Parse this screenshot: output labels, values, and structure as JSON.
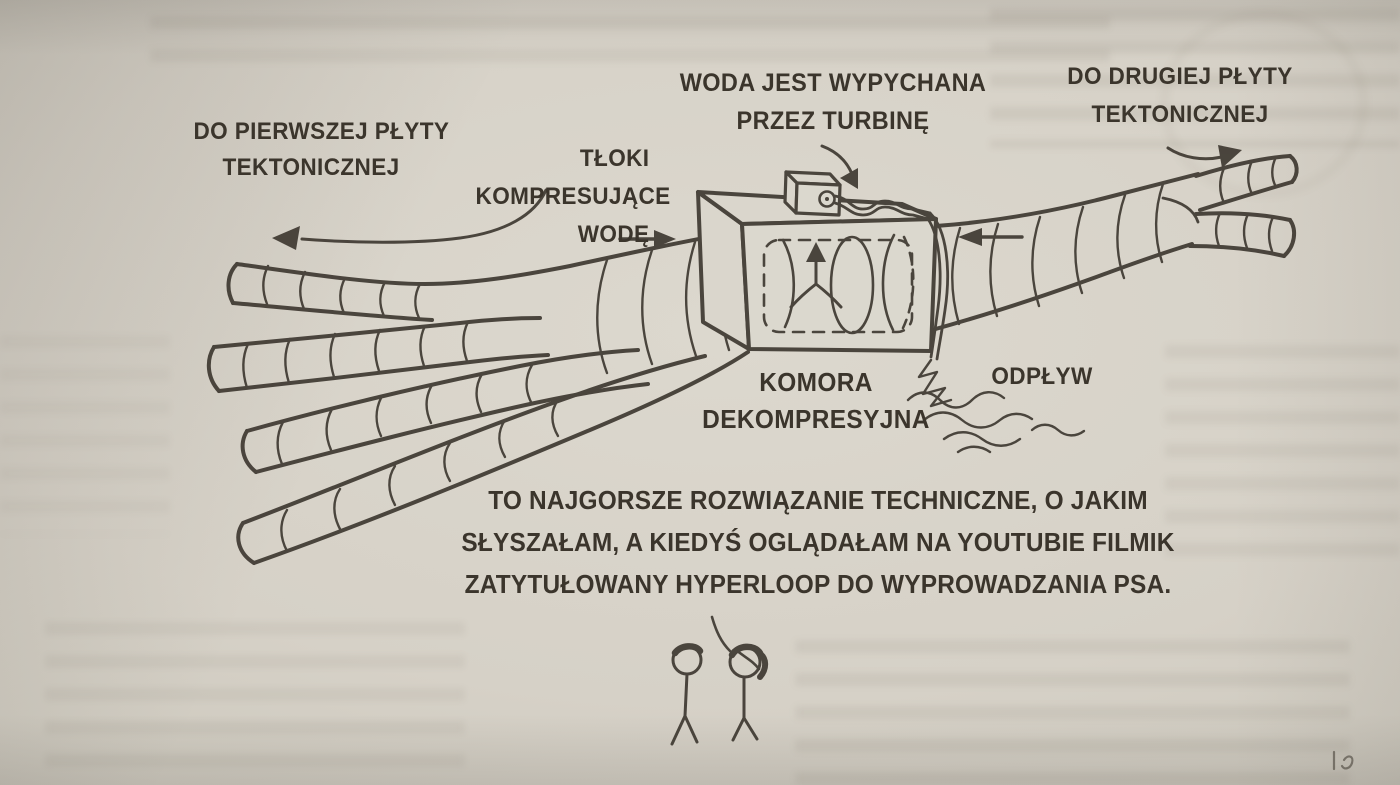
{
  "colors": {
    "paper": "#d7d2c8",
    "ink": "#3e3830"
  },
  "labels": {
    "first_plate": [
      "DO PIERWSZEJ PŁYTY",
      "TEKTONICZNEJ"
    ],
    "pistons": [
      "TŁOKI",
      "KOMPRESUJĄCE",
      "WODĘ"
    ],
    "turbine": [
      "WODA JEST WYPYCHANA",
      "PRZEZ TURBINĘ"
    ],
    "second_plate": [
      "DO DRUGIEJ PŁYTY",
      "TEKTONICZNEJ"
    ],
    "chamber": [
      "KOMORA",
      "DEKOMPRESYJNA"
    ],
    "outflow": "ODPŁYW"
  },
  "caption": [
    "TO NAJGORSZE ROZWIĄZANIE TECHNICZNE, O JAKIM",
    "SŁYSZAŁAM, A KIEDYŚ OGLĄDAŁAM NA YOUTUBIE FILMIK",
    "ZATYTUŁOWANY HYPERLOOP DO WYPROWADZANIA PSA."
  ],
  "icons": {
    "arrow-to-first-plate-icon": "↙",
    "water-pushed-right-icon": "→",
    "water-pushed-left-icon": "←",
    "arrow-to-turbine-icon": "↘",
    "arrow-to-second-plate-icon": "↗",
    "piston-flow-up-icon": "↑"
  }
}
